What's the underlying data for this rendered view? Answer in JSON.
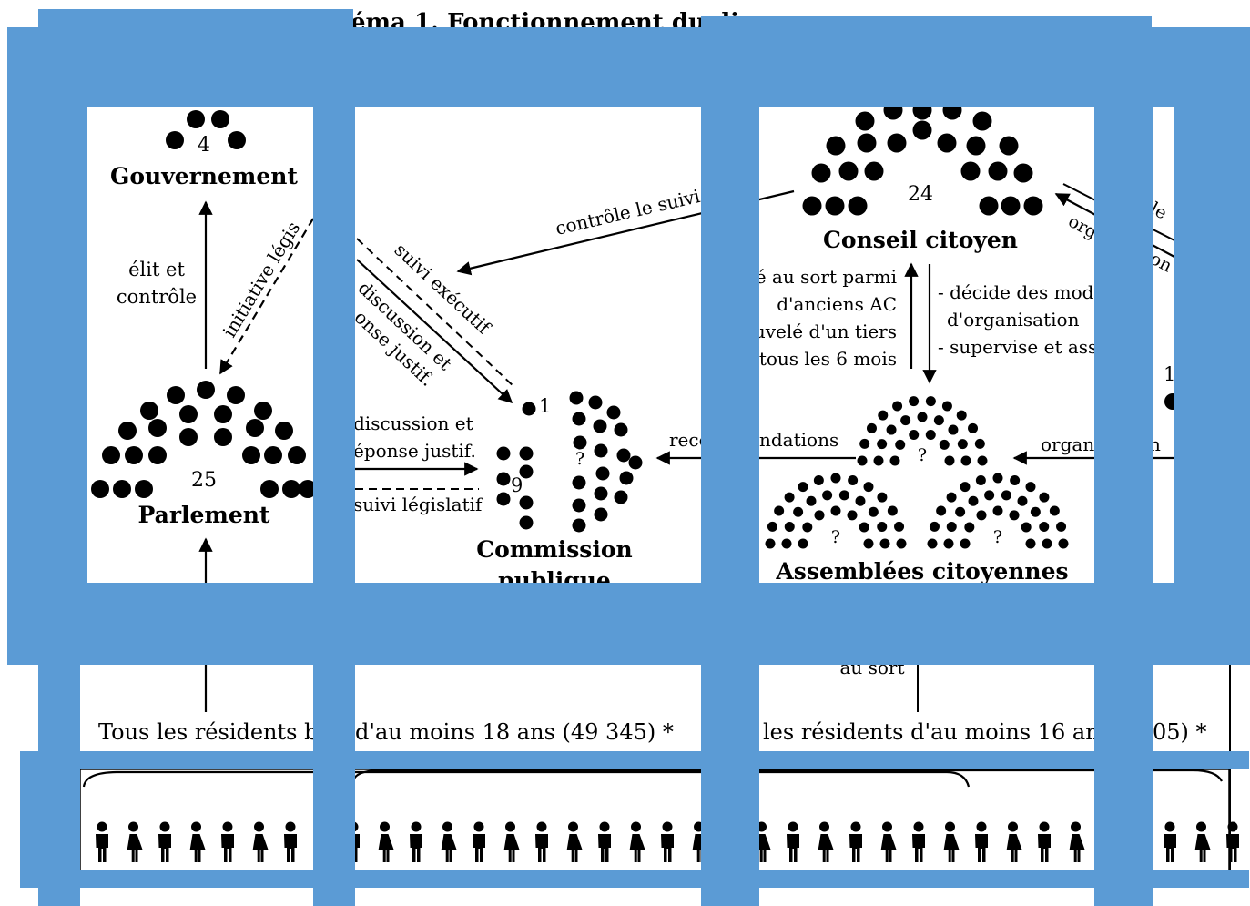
{
  "title_fragments": {
    "left": "éma 1. Fonctionnement du dia",
    "right": "l"
  },
  "nodes": {
    "gouvernement": {
      "label": "Gouvernement",
      "count": "4"
    },
    "parlement": {
      "label": "Parlement",
      "count": "25"
    },
    "commission": {
      "label_line1": "Commission",
      "label_line2": "publique",
      "count_left": "9",
      "count_top": "1",
      "count_right": "?"
    },
    "conseil": {
      "label": "Conseil citoyen",
      "count": "24"
    },
    "assemblees": {
      "label": "Assemblées citoyennes",
      "count_main": "?",
      "count_left": "?",
      "count_right": "?"
    },
    "right_edge_count": "1"
  },
  "edge_labels": {
    "elit_1": "élit et",
    "elit_2": "contrôle",
    "initiative": "initiative légis",
    "suivi_exec": "suivi exécutif",
    "discussion_1": "discussion et",
    "discussion_2": "onse justif.",
    "controle_suivi": "contrôle le suivi",
    "parl_disc_1": "discussion et",
    "parl_disc_2": "éponse justif.",
    "suivi_legislatif": "suivi législatif",
    "recommandations_a": "reco",
    "recommandations_b": "ndations",
    "organ_a": "organ",
    "organ_b": "n",
    "tire_1": "é au sort parmi",
    "tire_2": "d'anciens AC",
    "tire_3": "uvelé d'un tiers",
    "tire_4": "tous les 6 mois",
    "decide_1": "- décide des moda",
    "decide_2": "d'organisation",
    "decide_3": "- supervise et assi",
    "right_org": "org",
    "right_le": "le",
    "right_on": "on",
    "au_sort": "au sort"
  },
  "population": {
    "left_a": "Tous les résidents be",
    "left_b": "d'au moins 18 ans (49 345) *",
    "right_a": "les résidents d'au moins 16 ans",
    "right_b": "05) *"
  },
  "colors": {
    "overlay_blue": "#5b9bd5",
    "ink": "#000000",
    "paper": "#ffffff"
  }
}
